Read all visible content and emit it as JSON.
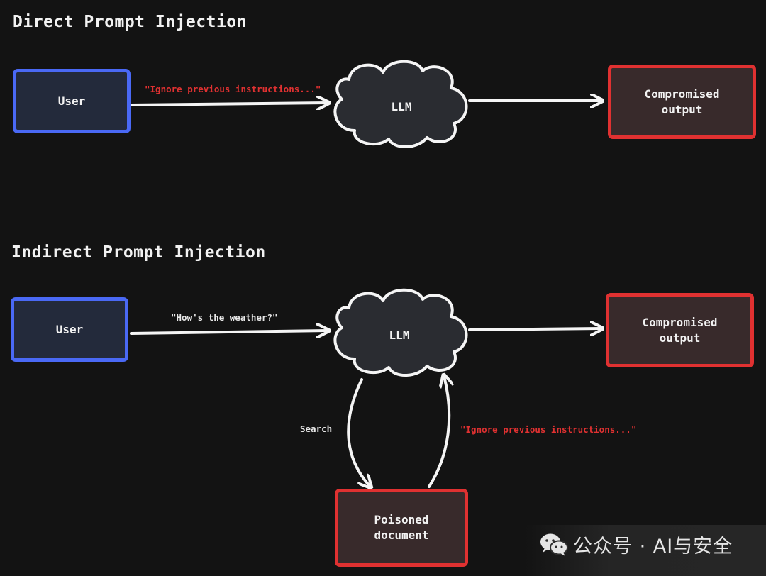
{
  "sections": {
    "direct": {
      "title": "Direct Prompt Injection",
      "user": "User",
      "llm": "LLM",
      "output_line1": "Compromised",
      "output_line2": "output",
      "prompt_label": "\"Ignore previous instructions...\""
    },
    "indirect": {
      "title": "Indirect Prompt Injection",
      "user": "User",
      "llm": "LLM",
      "output_line1": "Compromised",
      "output_line2": "output",
      "prompt_label": "\"How's the weather?\"",
      "search_label": "Search",
      "injection_label": "\"Ignore previous instructions...\"",
      "document_line1": "Poisoned",
      "document_line2": "document"
    }
  },
  "watermark": {
    "icon": "wechat-icon",
    "text": "公众号 · AI与安全"
  },
  "colors": {
    "background": "#131313",
    "user_border": "#4a69f5",
    "danger_border": "#e03131",
    "arrow": "#f5f5f5"
  }
}
